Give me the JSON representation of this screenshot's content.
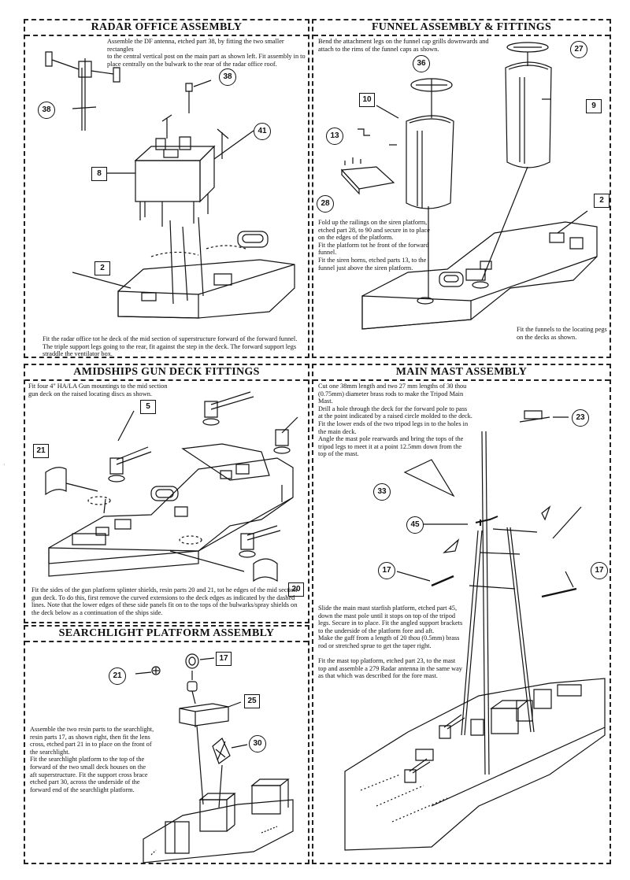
{
  "panels": {
    "radar": {
      "title": "RADAR OFFICE ASSEMBLY",
      "intro": "Assemble the DF antenna, etched part 38, by fitting the two smaller rectangles\nto the central vertical post on the main part as shown left.  Fit assembly in to\nplace centrally on the bulwark to the rear of the radar office roof.",
      "footer": "Fit the radar office tot he deck of the mid section of superstructure forward of the forward funnel.\nThe triple support legs going to the rear, fit against the step in the deck. The forward support legs\nstraddle the ventilator box.",
      "callouts": {
        "a": "38",
        "b": "38",
        "c": "41",
        "d": "8",
        "e": "2"
      }
    },
    "funnel": {
      "title": "FUNNEL ASSEMBLY & FITTINGS",
      "intro": "Bend the attachment legs on the funnel cap grills downwards and\nattach to the rims of the funnel caps as shown.",
      "mid": "Fold up the railings on the siren platform,\netched part 28, to 90 and secure in to place\non the edges of the platform.\nFit the platform tot he front of the forward\nfunnel.\nFit the siren horns, etched parts 13, to the\nfunnel just above the siren platform.",
      "footer": "Fit the funnels to the locating pegs\non the decks as shown.",
      "callouts": {
        "a": "27",
        "b": "36",
        "c": "10",
        "d": "9",
        "e": "13",
        "f": "28",
        "g": "2"
      }
    },
    "amidships": {
      "title": "AMIDSHIPS GUN DECK FITTINGS",
      "intro": "Fit four 4\" HA/LA Gun mountings to the mid section\ngun deck on the raised locating discs as shown.",
      "footer": "Fit the sides of the gun platform splinter shields, resin parts 20 and 21, tot he edges of the mid section\ngun deck.  To do this, first remove the curved extensions to the deck edges as indicated by the dashed\nlines. Note that the lower edges of these side panels fit on to the tops of the bulwarks/spray shields on\nthe deck below as a continuation of the ships side.",
      "callouts": {
        "a": "5",
        "b": "21",
        "c": "20"
      }
    },
    "mainmast": {
      "title": "MAIN MAST ASSEMBLY",
      "intro": "Cut one 38mm length and two 27 mm lengths of 30 thou\n(0.75mm) diameter brass rods to make the Tripod Main\nMast.\nDrill a hole through the deck for the forward pole to pass\nat the point indicated by a raised circle molded to the deck.\nFit the lower ends of the two tripod legs in to the holes in\nthe main deck.\nAngle the mast pole rearwards and bring the tops of the\ntripod legs to meet it at a point 12.5mm down from the\ntop of the mast.",
      "mid": "Slide the main mast starfish platform, etched part 45,\ndown the mast pole until it stops on top of the tripod\nlegs. Secure in to place. Fit the angled support brackets\nto the underside of the platform fore and aft.\nMake the gaff from a length of 20 thou (0.5mm) brass\nrod or stretched sprue to get the taper right.\n\nFit the mast top platform, etched part 23, to the mast\ntop and assemble a 279 Radar antenna in the same way\nas that which was described for the fore mast.",
      "callouts": {
        "a": "23",
        "b": "33",
        "c": "45",
        "d": "17",
        "e": "17"
      }
    },
    "searchlight": {
      "title": "SEARCHLIGHT PLATFORM ASSEMBLY",
      "intro": "Assemble the two resin parts to the searchlight,\nresin parts 17, as shown right, then fit the lens\ncross, etched part 21 in to place on the front of\nthe searchlight.\nFit the searchlight platform to the top of the\nforward of the two small deck houses on the\naft superstructure. Fit the support cross brace\netched part 30, across the underside of the\nforward end of the searchlight platform.",
      "callouts": {
        "a": "21",
        "b": "17",
        "c": "25",
        "d": "30"
      }
    }
  }
}
